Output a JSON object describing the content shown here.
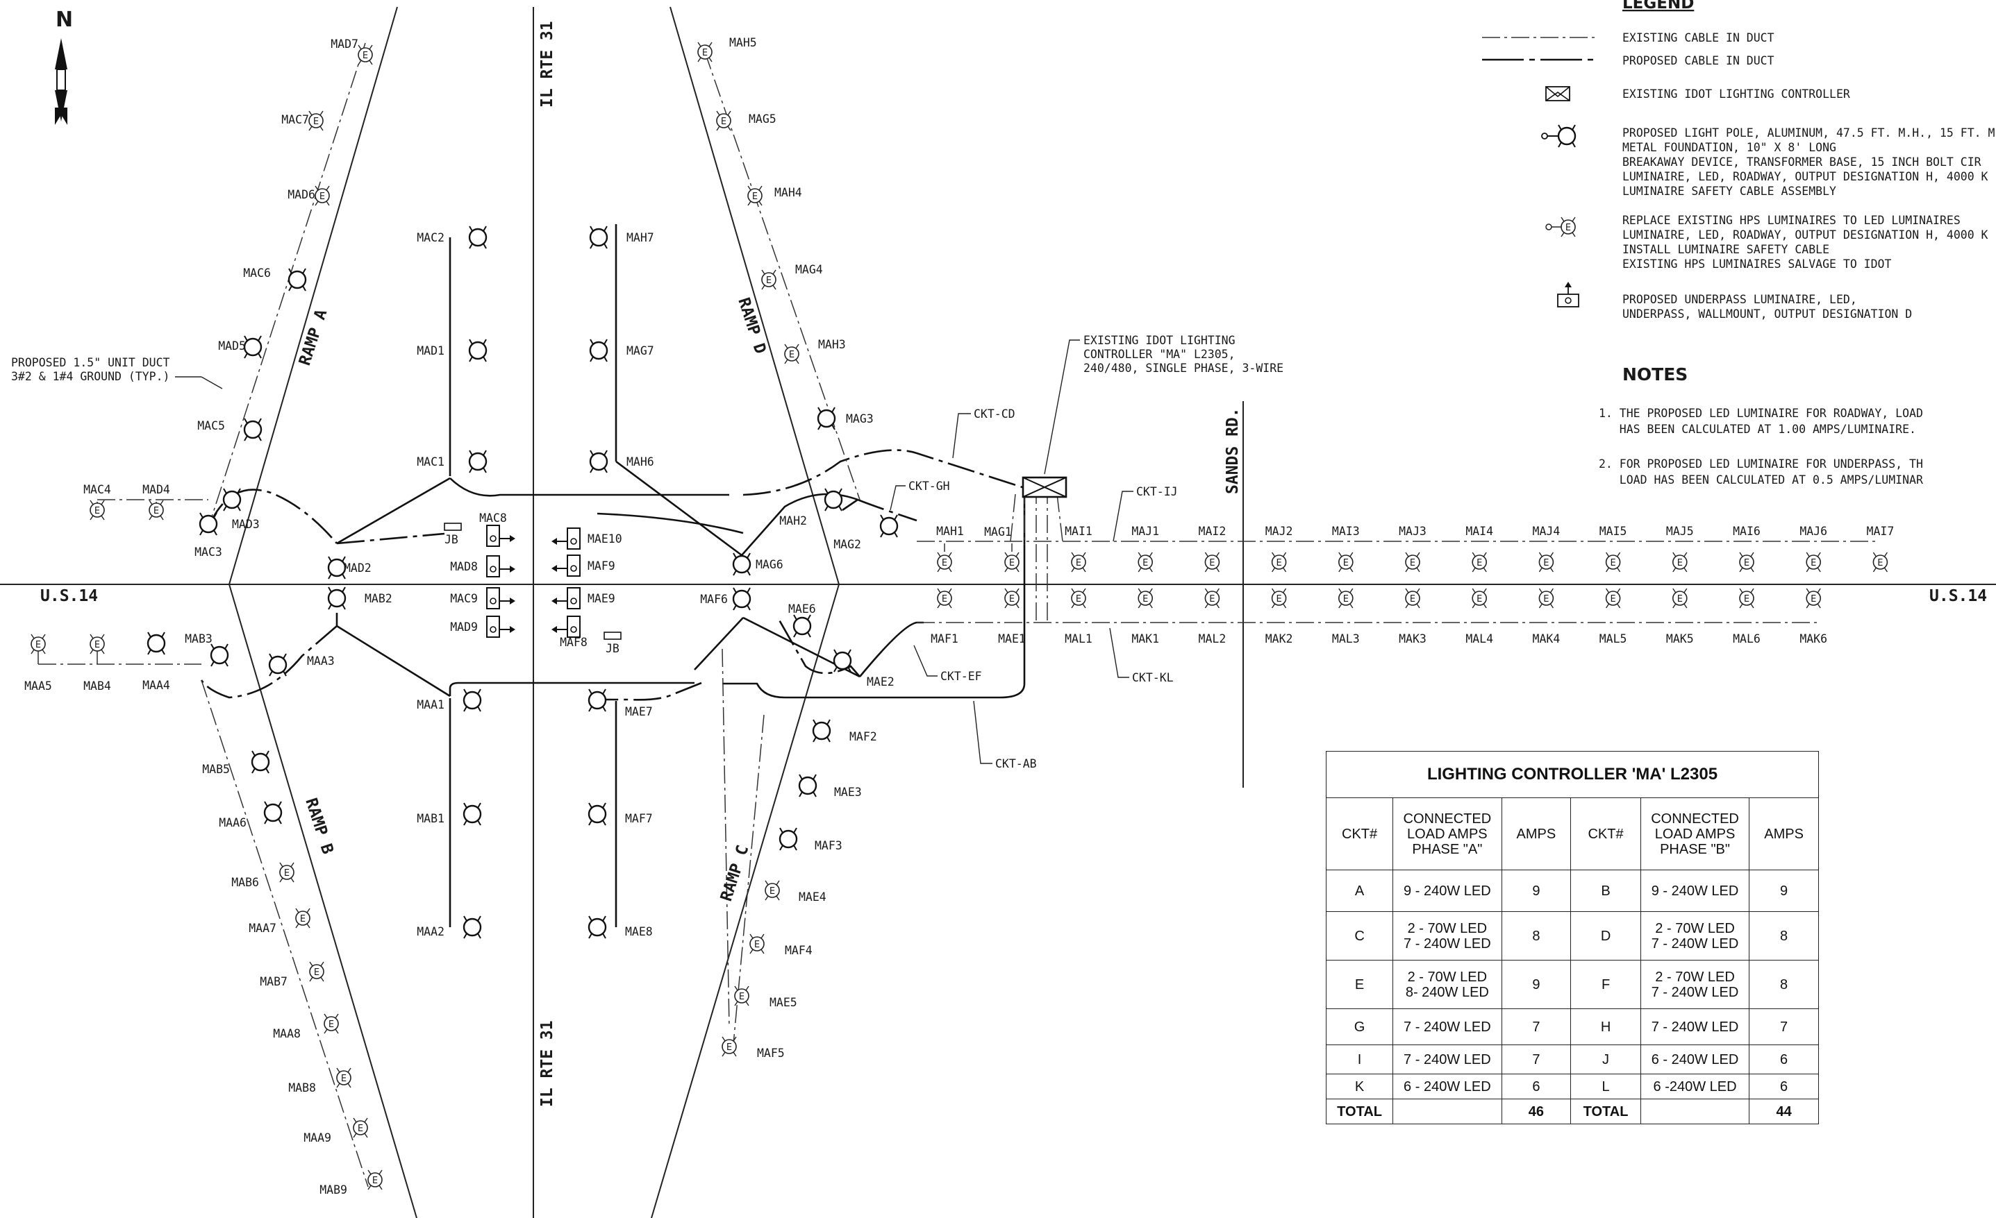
{
  "north": "N",
  "roads": {
    "us14_left": "U.S.14",
    "us14_right": "U.S.14",
    "il31_top": "IL RTE 31",
    "il31_bottom": "IL RTE 31",
    "sands": "SANDS RD.",
    "ramp_a": "RAMP A",
    "ramp_b": "RAMP B",
    "ramp_c": "RAMP C",
    "ramp_d": "RAMP D"
  },
  "callouts": {
    "duct_line1": "PROPOSED 1.5\" UNIT DUCT",
    "duct_line2": "3#2 & 1#4 GROUND (TYP.)",
    "controller_line1": "EXISTING IDOT LIGHTING",
    "controller_line2": "CONTROLLER \"MA\" L2305,",
    "controller_line3": "240/480, SINGLE PHASE, 3-WIRE",
    "ckt_cd": "CKT-CD",
    "ckt_gh": "CKT-GH",
    "ckt_ij": "CKT-IJ",
    "ckt_ef": "CKT-EF",
    "ckt_kl": "CKT-KL",
    "ckt_ab": "CKT-AB",
    "jb1": "JB",
    "jb2": "JB"
  },
  "poles": [
    {
      "label": "MAD7",
      "type": "replace"
    },
    {
      "label": "MAC7",
      "type": "replace"
    },
    {
      "label": "MAD6",
      "type": "replace"
    },
    {
      "label": "MAC6",
      "type": "proposed"
    },
    {
      "label": "MAD5",
      "type": "proposed"
    },
    {
      "label": "MAC5",
      "type": "proposed"
    },
    {
      "label": "MAC4",
      "type": "replace"
    },
    {
      "label": "MAD4",
      "type": "replace"
    },
    {
      "label": "MAC3",
      "type": "proposed"
    },
    {
      "label": "MAD3",
      "type": "proposed"
    },
    {
      "label": "MAD2",
      "type": "proposed"
    },
    {
      "label": "MAC2",
      "type": "proposed"
    },
    {
      "label": "MAD1",
      "type": "proposed"
    },
    {
      "label": "MAC1",
      "type": "proposed"
    },
    {
      "label": "MAH5",
      "type": "replace"
    },
    {
      "label": "MAG5",
      "type": "replace"
    },
    {
      "label": "MAH4",
      "type": "replace"
    },
    {
      "label": "MAG4",
      "type": "replace"
    },
    {
      "label": "MAH3",
      "type": "replace"
    },
    {
      "label": "MAG3",
      "type": "proposed"
    },
    {
      "label": "MAH2",
      "type": "proposed"
    },
    {
      "label": "MAG2",
      "type": "proposed"
    },
    {
      "label": "MAH7",
      "type": "proposed"
    },
    {
      "label": "MAG7",
      "type": "proposed"
    },
    {
      "label": "MAH6",
      "type": "proposed"
    },
    {
      "label": "MAG6",
      "type": "proposed"
    },
    {
      "label": "MAB2",
      "type": "proposed"
    },
    {
      "label": "MAB3",
      "type": "proposed"
    },
    {
      "label": "MAA3",
      "type": "proposed"
    },
    {
      "label": "MAA5",
      "type": "replace"
    },
    {
      "label": "MAB4",
      "type": "replace"
    },
    {
      "label": "MAA4",
      "type": "proposed"
    },
    {
      "label": "MAB5",
      "type": "proposed"
    },
    {
      "label": "MAA6",
      "type": "proposed"
    },
    {
      "label": "MAB6",
      "type": "replace"
    },
    {
      "label": "MAA7",
      "type": "replace"
    },
    {
      "label": "MAB7",
      "type": "replace"
    },
    {
      "label": "MAA8",
      "type": "replace"
    },
    {
      "label": "MAB8",
      "type": "replace"
    },
    {
      "label": "MAA9",
      "type": "replace"
    },
    {
      "label": "MAB9",
      "type": "replace"
    },
    {
      "label": "MAA1",
      "type": "proposed"
    },
    {
      "label": "MAB1",
      "type": "proposed"
    },
    {
      "label": "MAA2",
      "type": "proposed"
    },
    {
      "label": "MAF6",
      "type": "proposed"
    },
    {
      "label": "MAE6",
      "type": "proposed"
    },
    {
      "label": "MAE2",
      "type": "proposed"
    },
    {
      "label": "MAF2",
      "type": "proposed"
    },
    {
      "label": "MAE3",
      "type": "proposed"
    },
    {
      "label": "MAF3",
      "type": "proposed"
    },
    {
      "label": "MAE4",
      "type": "replace"
    },
    {
      "label": "MAF4",
      "type": "replace"
    },
    {
      "label": "MAE5",
      "type": "replace"
    },
    {
      "label": "MAF5",
      "type": "replace"
    },
    {
      "label": "MAE7",
      "type": "proposed"
    },
    {
      "label": "MAF7",
      "type": "proposed"
    },
    {
      "label": "MAE8",
      "type": "proposed"
    },
    {
      "label": "MAH1",
      "type": "replace"
    },
    {
      "label": "MAG1",
      "type": "replace"
    },
    {
      "label": "MAI1",
      "type": "replace"
    },
    {
      "label": "MAJ1",
      "type": "replace"
    },
    {
      "label": "MAI2",
      "type": "replace"
    },
    {
      "label": "MAJ2",
      "type": "replace"
    },
    {
      "label": "MAI3",
      "type": "replace"
    },
    {
      "label": "MAJ3",
      "type": "replace"
    },
    {
      "label": "MAI4",
      "type": "replace"
    },
    {
      "label": "MAJ4",
      "type": "replace"
    },
    {
      "label": "MAI5",
      "type": "replace"
    },
    {
      "label": "MAJ5",
      "type": "replace"
    },
    {
      "label": "MAI6",
      "type": "replace"
    },
    {
      "label": "MAJ6",
      "type": "replace"
    },
    {
      "label": "MAI7",
      "type": "replace"
    },
    {
      "label": "MAF1",
      "type": "replace"
    },
    {
      "label": "MAE1",
      "type": "replace"
    },
    {
      "label": "MAL1",
      "type": "replace"
    },
    {
      "label": "MAK1",
      "type": "replace"
    },
    {
      "label": "MAL2",
      "type": "replace"
    },
    {
      "label": "MAK2",
      "type": "replace"
    },
    {
      "label": "MAL3",
      "type": "replace"
    },
    {
      "label": "MAK3",
      "type": "replace"
    },
    {
      "label": "MAL4",
      "type": "replace"
    },
    {
      "label": "MAK4",
      "type": "replace"
    },
    {
      "label": "MAL5",
      "type": "replace"
    },
    {
      "label": "MAK5",
      "type": "replace"
    },
    {
      "label": "MAL6",
      "type": "replace"
    },
    {
      "label": "MAK6",
      "type": "replace"
    }
  ],
  "underpass": [
    "MAC8",
    "MAD8",
    "MAC9",
    "MAD9",
    "MAE10",
    "MAF9",
    "MAE9",
    "MAF8"
  ],
  "legend": {
    "title": "LEGEND",
    "existing_cable": "EXISTING CABLE IN DUCT",
    "proposed_cable": "PROPOSED CABLE IN DUCT",
    "controller": "EXISTING IDOT LIGHTING CONTROLLER",
    "pole_lines": [
      "PROPOSED LIGHT POLE, ALUMINUM, 47.5 FT. M.H., 15 FT. M",
      "METAL FOUNDATION, 10\" X 8' LONG",
      "BREAKAWAY DEVICE, TRANSFORMER BASE, 15 INCH BOLT CIR",
      "LUMINAIRE, LED, ROADWAY, OUTPUT DESIGNATION H, 4000 K",
      "LUMINAIRE SAFETY CABLE ASSEMBLY"
    ],
    "replace_lines": [
      "REPLACE EXISTING HPS LUMINAIRES TO LED LUMINAIRES",
      "LUMINAIRE, LED, ROADWAY, OUTPUT DESIGNATION H, 4000 K",
      "INSTALL LUMINAIRE SAFETY CABLE",
      "EXISTING HPS LUMINAIRES SALVAGE TO IDOT"
    ],
    "underpass_lines": [
      "PROPOSED UNDERPASS LUMINAIRE, LED,",
      "UNDERPASS, WALLMOUNT, OUTPUT DESIGNATION D"
    ]
  },
  "notes": {
    "title": "NOTES",
    "n1_line1": "1. THE PROPOSED LED LUMINAIRE FOR ROADWAY, LOAD",
    "n1_line2": "   HAS BEEN CALCULATED AT 1.00 AMPS/LUMINAIRE.",
    "n2_line1": "2. FOR PROPOSED LED LUMINAIRE FOR UNDERPASS, TH",
    "n2_line2": "   LOAD HAS BEEN CALCULATED AT 0.5 AMPS/LUMINAR"
  },
  "table": {
    "title": "LIGHTING CONTROLLER 'MA' L2305",
    "h_ckt": "CKT#",
    "h_load_a": "CONNECTED\nLOAD AMPS\nPHASE \"A\"",
    "h_amps": "AMPS",
    "h_ckt2": "CKT#",
    "h_load_b": "CONNECTED\nLOAD AMPS\nPHASE \"B\"",
    "h_amps2": "AMPS",
    "rows": [
      {
        "ca": "A",
        "la": "9 - 240W LED",
        "aa": "9",
        "cb": "B",
        "lb": "9 - 240W LED",
        "ab": "9"
      },
      {
        "ca": "C",
        "la": "2 - 70W LED\n7 - 240W LED",
        "aa": "8",
        "cb": "D",
        "lb": "2 - 70W LED\n7 - 240W LED",
        "ab": "8"
      },
      {
        "ca": "E",
        "la": "2 - 70W LED\n8- 240W LED",
        "aa": "9",
        "cb": "F",
        "lb": "2 - 70W LED\n7 - 240W LED",
        "ab": "8"
      },
      {
        "ca": "G",
        "la": "7 - 240W LED",
        "aa": "7",
        "cb": "H",
        "lb": "7 - 240W LED",
        "ab": "7"
      },
      {
        "ca": "I",
        "la": "7 - 240W LED",
        "aa": "7",
        "cb": "J",
        "lb": "6 - 240W LED",
        "ab": "6"
      },
      {
        "ca": "K",
        "la": "6 - 240W LED",
        "aa": "6",
        "cb": "L",
        "lb": "6 -240W LED",
        "ab": "6"
      }
    ],
    "total_label_a": "TOTAL",
    "total_a": "46",
    "total_label_b": "TOTAL",
    "total_b": "44"
  }
}
